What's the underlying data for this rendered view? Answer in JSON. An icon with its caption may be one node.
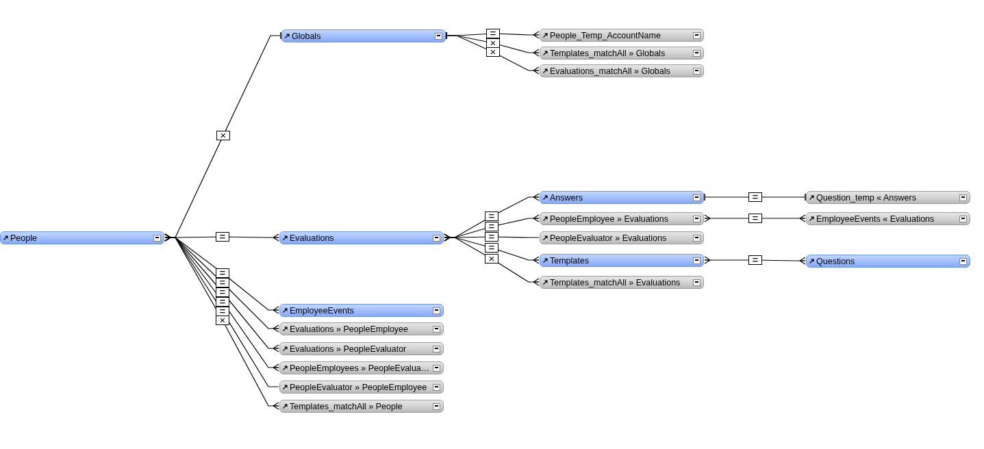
{
  "diagram": {
    "nodes": [
      {
        "text": [
          "People"
        ]
      },
      {
        "text": [
          "Globals"
        ]
      },
      {
        "text": [
          "People_Temp_AccountName"
        ]
      },
      {
        "text": [
          "Templates_matchAll » Globals"
        ]
      },
      {
        "text": [
          "Evaluations_matchAll » Globals"
        ]
      },
      {
        "text": [
          "Evaluations"
        ]
      },
      {
        "text": [
          "Answers"
        ]
      },
      {
        "text": [
          "Question_temp « Answers"
        ]
      },
      {
        "text": [
          "PeopleEmployee » Evaluations"
        ]
      },
      {
        "text": [
          "EmployeeEvents « Evaluations"
        ]
      },
      {
        "text": [
          "PeopleEvaluator » Evaluations"
        ]
      },
      {
        "text": [
          "Templates"
        ]
      },
      {
        "text": [
          "Questions"
        ]
      },
      {
        "text": [
          "Templates_matchAll » Evaluations"
        ]
      },
      {
        "text": [
          "EmployeeEvents"
        ]
      },
      {
        "text": [
          "Evaluations » PeopleEmployee"
        ]
      },
      {
        "text": [
          "Evaluations » PeopleEvaluator"
        ]
      },
      {
        "text": [
          "PeopleEmployees » PeopleEvalua…"
        ]
      },
      {
        "text": [
          "PeopleEvaluator » PeopleEmployee"
        ]
      },
      {
        "text": [
          "Templates_matchAll » People"
        ]
      }
    ],
    "edges": [
      {
        "from": 0,
        "to": 1,
        "arrow": "other",
        "label": "×"
      },
      {
        "from": 0,
        "to": 5,
        "arrow": "other",
        "label": "="
      },
      {
        "from": 0,
        "to": 14,
        "arrow": "other",
        "label": "="
      },
      {
        "from": 0,
        "to": 15,
        "arrow": "other",
        "label": "="
      },
      {
        "from": 0,
        "to": 16,
        "arrow": "other",
        "label": "="
      },
      {
        "from": 0,
        "to": 17,
        "arrow": "other",
        "label": "="
      },
      {
        "from": 0,
        "to": 18,
        "arrow": "other",
        "label": "="
      },
      {
        "from": 0,
        "to": 19,
        "arrow": "other",
        "label": "×"
      },
      {
        "from": 1,
        "to": 2,
        "arrow": "other",
        "label": "="
      },
      {
        "from": 1,
        "to": 3,
        "arrow": "other",
        "label": "×"
      },
      {
        "from": 1,
        "to": 4,
        "arrow": "other",
        "label": "×"
      },
      {
        "from": 5,
        "to": 6,
        "arrow": "other",
        "label": "="
      },
      {
        "from": 5,
        "to": 8,
        "arrow": "other",
        "label": "="
      },
      {
        "from": 5,
        "to": 10,
        "arrow": "other",
        "label": "="
      },
      {
        "from": 5,
        "to": 11,
        "arrow": "other",
        "label": "="
      },
      {
        "from": 5,
        "to": 13,
        "arrow": "other",
        "label": "×"
      },
      {
        "from": 6,
        "to": 7,
        "arrow": "other",
        "label": "="
      },
      {
        "from": 8,
        "to": 9,
        "arrow": "other",
        "label": "="
      },
      {
        "from": 11,
        "to": 12,
        "arrow": "other",
        "label": "="
      }
    ]
  }
}
